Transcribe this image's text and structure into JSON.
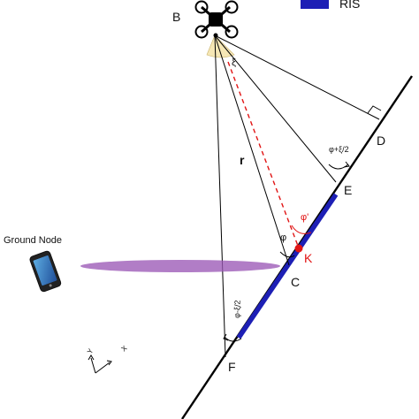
{
  "legend": {
    "ris_label": "RIS",
    "ris_color": "#1d1fb5"
  },
  "points": {
    "B": "B",
    "C": "C",
    "D": "D",
    "E": "E",
    "F": "F",
    "K": "K",
    "r": "r"
  },
  "angles": {
    "xi": "ξ",
    "phi": "φ",
    "phi_prime": "φ'",
    "phi_plus": "φ+ξ/2",
    "phi_minus": "φ-ξ/2"
  },
  "ground_node": {
    "label": "Ground Node"
  },
  "axes": {
    "y": "Y",
    "x": "X"
  },
  "colors": {
    "ris": "#1d1fb5",
    "dashed_ray": "#e11414",
    "point_k": "#e11414",
    "ellipse": "#9b59b6",
    "beam_fill": "#f6e7b5",
    "line": "#000000"
  },
  "icons": {
    "drone": "quadcopter-drone-icon",
    "phone": "smartphone-icon"
  }
}
